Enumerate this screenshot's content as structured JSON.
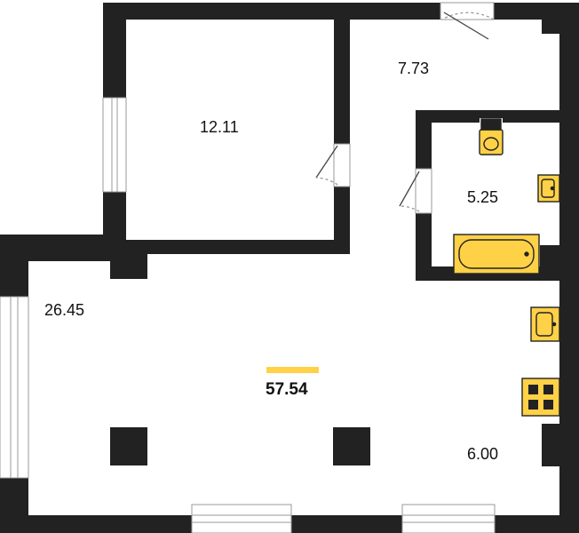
{
  "plan": {
    "total_area": "57.54",
    "accent_color": "#FFD147",
    "wall_color": "#222222",
    "rooms": [
      {
        "id": "bedroom",
        "area": "12.11"
      },
      {
        "id": "hall",
        "area": "7.73"
      },
      {
        "id": "bathroom",
        "area": "5.25"
      },
      {
        "id": "living",
        "area": "26.45"
      },
      {
        "id": "kitchen",
        "area": "6.00"
      }
    ],
    "fixtures": [
      "toilet-icon",
      "sink-icon",
      "bathtub-icon",
      "kitchen-sink-icon",
      "stove-icon"
    ]
  }
}
